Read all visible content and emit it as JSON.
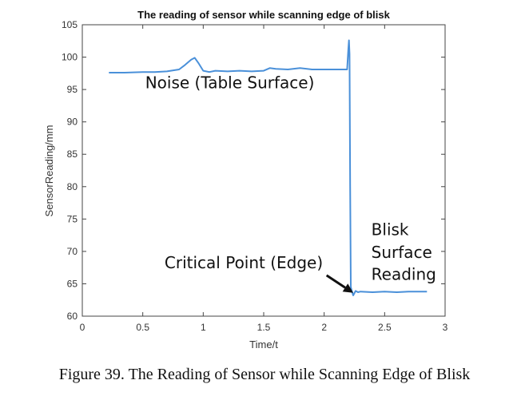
{
  "caption": "Figure 39. The Reading of Sensor while Scanning Edge of Blisk",
  "chart_data": {
    "type": "line",
    "title": "The reading of sensor while scanning edge of blisk",
    "xlabel": "Time/t",
    "ylabel": "SensorReading/mm",
    "xlim": [
      0,
      3
    ],
    "ylim": [
      60,
      105
    ],
    "xticks": [
      0,
      0.5,
      1,
      1.5,
      2,
      2.5,
      3
    ],
    "xtick_labels": [
      "0",
      "0.5",
      "1",
      "1.5",
      "2",
      "2.5",
      "3"
    ],
    "yticks": [
      60,
      65,
      70,
      75,
      80,
      85,
      90,
      95,
      100,
      105
    ],
    "ytick_labels": [
      "60",
      "65",
      "70",
      "75",
      "80",
      "85",
      "90",
      "95",
      "100",
      "105"
    ],
    "grid": false,
    "color": "#4a90d9",
    "series": [
      {
        "x": [
          0.22,
          0.35,
          0.5,
          0.6,
          0.7,
          0.8,
          0.85,
          0.9,
          0.93,
          0.96,
          1.0,
          1.05,
          1.1,
          1.2,
          1.3,
          1.4,
          1.5,
          1.55,
          1.6,
          1.7,
          1.8,
          1.9,
          2.0,
          2.1,
          2.19,
          2.2,
          2.205,
          2.21,
          2.215,
          2.22,
          2.23,
          2.24,
          2.26,
          2.28,
          2.3,
          2.4,
          2.5,
          2.6,
          2.7,
          2.8,
          2.85
        ],
        "y": [
          97.6,
          97.6,
          97.7,
          97.7,
          97.8,
          98.1,
          98.8,
          99.6,
          99.9,
          99.1,
          97.9,
          97.7,
          97.9,
          97.8,
          97.9,
          97.8,
          97.9,
          98.3,
          98.2,
          98.1,
          98.3,
          98.1,
          98.1,
          98.1,
          98.1,
          101.2,
          102.6,
          100.5,
          80.0,
          64.5,
          63.8,
          63.2,
          63.9,
          63.7,
          63.8,
          63.7,
          63.8,
          63.7,
          63.8,
          63.8,
          63.8
        ]
      }
    ],
    "annotations": [
      {
        "text": "Noise (Table Surface)",
        "x": 0.52,
        "y": 95.2
      },
      {
        "text": "Critical Point (Edge)",
        "x": 0.68,
        "y": 67.4
      },
      {
        "text": "Blisk",
        "x": 2.39,
        "y": 72.5
      },
      {
        "text": "Surface",
        "x": 2.39,
        "y": 69.0
      },
      {
        "text": "Reading",
        "x": 2.39,
        "y": 65.6
      }
    ],
    "arrow": {
      "from": [
        2.02,
        66.3
      ],
      "to": [
        2.24,
        63.6
      ]
    }
  }
}
